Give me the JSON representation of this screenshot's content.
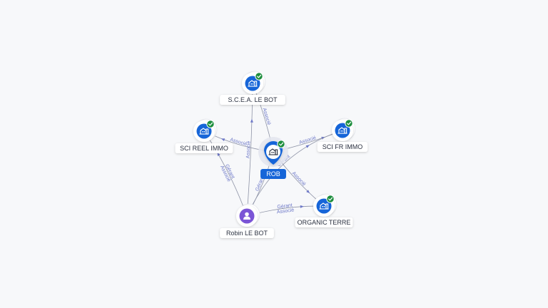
{
  "colors": {
    "company": "#1665d8",
    "person": "#7b55d6",
    "badge": "#1e8e3e",
    "edge": "#8e93a6",
    "edge_label": "#6d78c8"
  },
  "nodes": [
    {
      "id": "scea",
      "label": "S.C.E.A. LE BOT",
      "kind": "company",
      "icon": "building-icon",
      "verified": true
    },
    {
      "id": "reel",
      "label": "SCI REEL IMMO",
      "kind": "company",
      "icon": "building-icon",
      "verified": true
    },
    {
      "id": "fr",
      "label": "SCI FR IMMO",
      "kind": "company",
      "icon": "building-icon",
      "verified": true
    },
    {
      "id": "rob",
      "label": "ROB",
      "kind": "company",
      "icon": "building-icon",
      "verified": true,
      "center": true
    },
    {
      "id": "organic",
      "label": "ORGANIC TERRE",
      "kind": "company",
      "icon": "building-icon",
      "verified": true
    },
    {
      "id": "robin",
      "label": "Robin LE BOT",
      "kind": "person",
      "icon": "person-icon",
      "verified": false
    }
  ],
  "edges": [
    {
      "from": "rob",
      "to": "scea",
      "label": "Associé"
    },
    {
      "from": "rob",
      "to": "reel",
      "label": "Associé"
    },
    {
      "from": "rob",
      "to": "fr",
      "label": "Associé"
    },
    {
      "from": "rob",
      "to": "organic",
      "label": "Associé"
    },
    {
      "from": "robin",
      "to": "scea",
      "label": "Associé"
    },
    {
      "from": "robin",
      "to": "reel",
      "label": "Gérant Associé"
    },
    {
      "from": "robin",
      "to": "organic",
      "label": "Gérant Associé"
    },
    {
      "from": "robin",
      "to": "rob",
      "label": "Gérant"
    },
    {
      "from": "robin",
      "to": "fr",
      "label": "Gérant"
    }
  ]
}
